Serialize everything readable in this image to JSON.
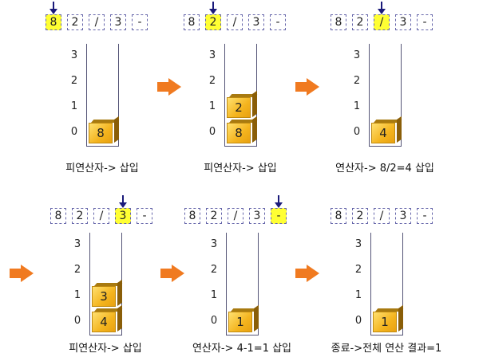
{
  "tokens": [
    "8",
    "2",
    "/",
    "3",
    "-"
  ],
  "y_labels": [
    "3",
    "2",
    "1",
    "0"
  ],
  "colors": {
    "highlight": "#ffff33",
    "arrow": "#f07a20",
    "block": "#f4b41e"
  },
  "steps": [
    {
      "pointer": 0,
      "stack": [
        "8"
      ],
      "caption": "피연산자-> 삽입"
    },
    {
      "pointer": 1,
      "stack": [
        "8",
        "2"
      ],
      "caption": "피연산자-> 삽입"
    },
    {
      "pointer": 2,
      "stack": [
        "4"
      ],
      "caption": "연산자-> 8/2=4 삽입"
    },
    {
      "pointer": 3,
      "stack": [
        "4",
        "3"
      ],
      "caption": "피연산자-> 삽입"
    },
    {
      "pointer": 4,
      "stack": [
        "1"
      ],
      "caption": "연산자-> 4-1=1 삽입"
    },
    {
      "pointer": null,
      "stack": [
        "1"
      ],
      "caption": "종료->전체 연산 결과=1"
    }
  ]
}
